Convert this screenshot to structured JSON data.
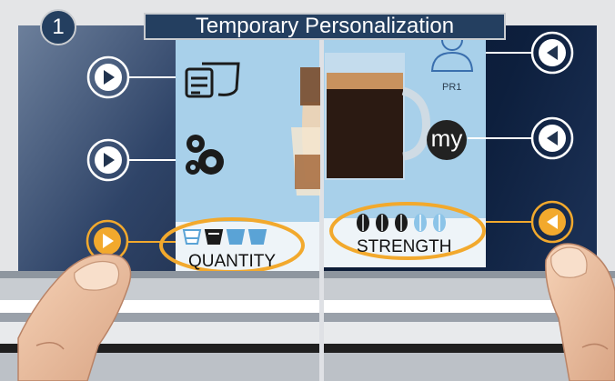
{
  "title": "Temporary Personalization",
  "step_number": "1",
  "left_panel": {
    "buttons": [
      {
        "icon": "play-icon",
        "state": "normal"
      },
      {
        "icon": "play-icon",
        "state": "normal"
      },
      {
        "icon": "play-icon",
        "state": "highlighted"
      }
    ],
    "menu_icons": [
      "cup-list-icon",
      "gears-icon"
    ],
    "quantity_label": "QUANTITY",
    "quantity_cups_selected": 2,
    "quantity_cups_total": 4
  },
  "right_panel": {
    "profile_label": "PR1",
    "my_label": "my",
    "buttons": [
      {
        "icon": "back-icon",
        "state": "normal"
      },
      {
        "icon": "back-icon",
        "state": "normal"
      },
      {
        "icon": "back-icon",
        "state": "highlighted"
      }
    ],
    "strength_label": "STRENGTH",
    "strength_beans_selected": 3,
    "strength_beans_total": 5
  },
  "colors": {
    "panel": "#a8d0ea",
    "highlight": "#f2a92d",
    "title_bg": "#243f60",
    "screen_dark": "#0e1c33"
  }
}
